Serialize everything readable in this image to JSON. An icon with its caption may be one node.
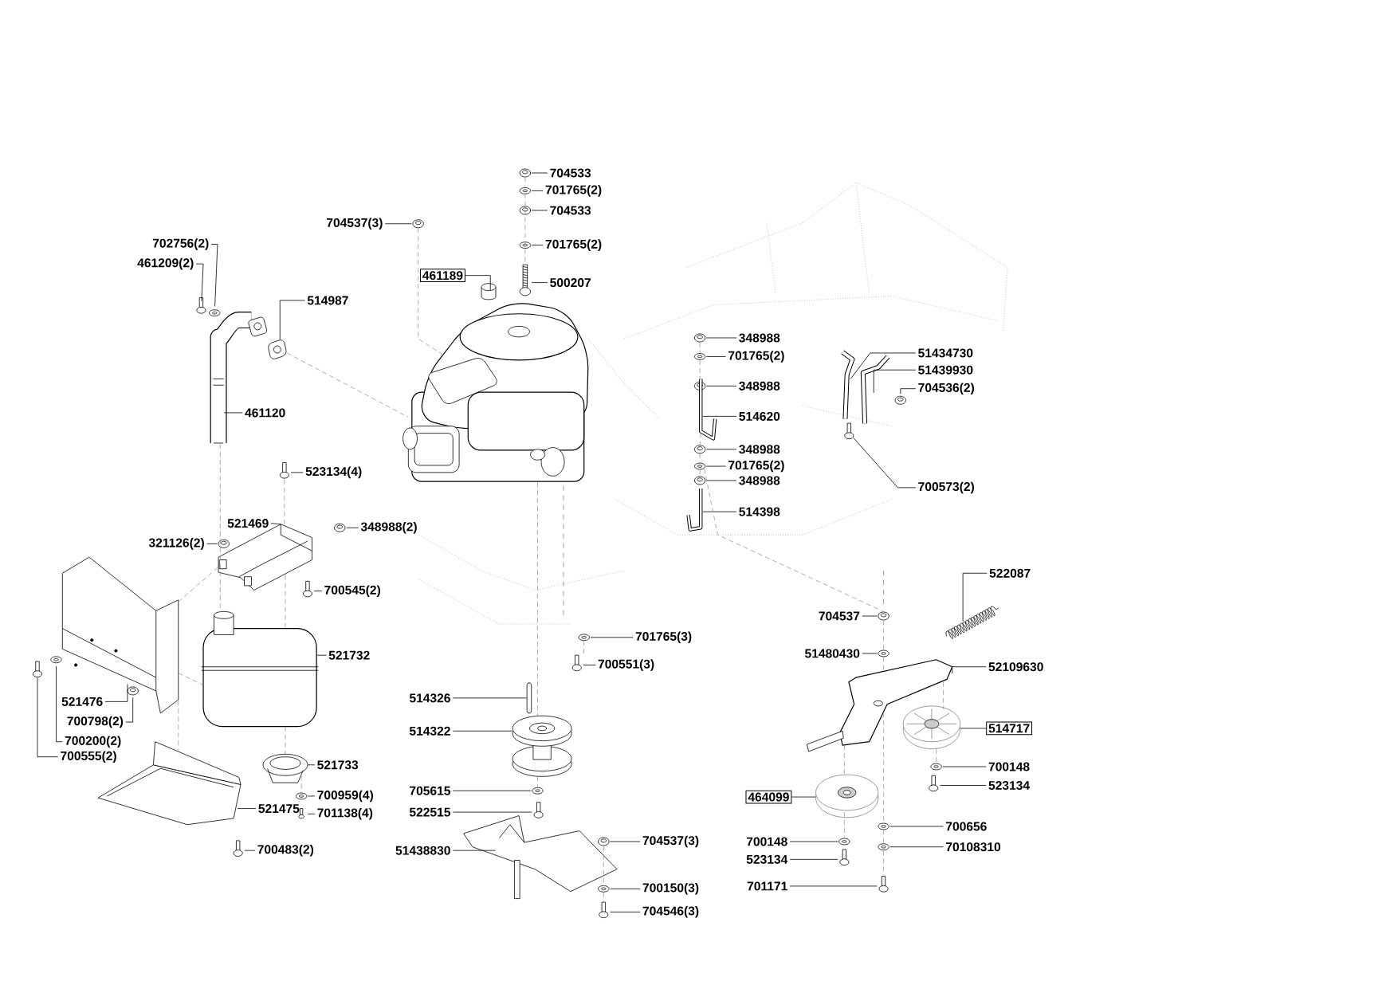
{
  "diagram": {
    "nodes": [
      {
        "text": [
          "704533"
        ]
      },
      {
        "text": [
          "701765(2)"
        ]
      },
      {
        "text": [
          "704533"
        ]
      },
      {
        "text": [
          "701765(2)"
        ]
      },
      {
        "text": [
          "500207"
        ]
      },
      {
        "text": [
          "704537(3)"
        ]
      },
      {
        "text": [
          "461189"
        ]
      },
      {
        "text": [
          "702756(2)"
        ]
      },
      {
        "text": [
          "461209(2)"
        ]
      },
      {
        "text": [
          "514987"
        ]
      },
      {
        "text": [
          "461120"
        ]
      },
      {
        "text": [
          "523134(4)"
        ]
      },
      {
        "text": [
          "521469"
        ]
      },
      {
        "text": [
          "321126(2)"
        ]
      },
      {
        "text": [
          "348988(2)"
        ]
      },
      {
        "text": [
          "700545(2)"
        ]
      },
      {
        "text": [
          "521732"
        ]
      },
      {
        "text": [
          "521476"
        ]
      },
      {
        "text": [
          "700798(2)"
        ]
      },
      {
        "text": [
          "700200(2)"
        ]
      },
      {
        "text": [
          "700555(2)"
        ]
      },
      {
        "text": [
          "521733"
        ]
      },
      {
        "text": [
          "700959(4)"
        ]
      },
      {
        "text": [
          "701138(4)"
        ]
      },
      {
        "text": [
          "521475"
        ]
      },
      {
        "text": [
          "700483(2)"
        ]
      },
      {
        "text": [
          "514326"
        ]
      },
      {
        "text": [
          "514322"
        ]
      },
      {
        "text": [
          "705615"
        ]
      },
      {
        "text": [
          "522515"
        ]
      },
      {
        "text": [
          "51438830"
        ]
      },
      {
        "text": [
          "704537(3)"
        ]
      },
      {
        "text": [
          "700150(3)"
        ]
      },
      {
        "text": [
          "704546(3)"
        ]
      },
      {
        "text": [
          "701765(3)"
        ]
      },
      {
        "text": [
          "700551(3)"
        ]
      },
      {
        "text": [
          "348988"
        ]
      },
      {
        "text": [
          "701765(2)"
        ]
      },
      {
        "text": [
          "348988"
        ]
      },
      {
        "text": [
          "514620"
        ]
      },
      {
        "text": [
          "348988"
        ]
      },
      {
        "text": [
          "701765(2)"
        ]
      },
      {
        "text": [
          "348988"
        ]
      },
      {
        "text": [
          "514398"
        ]
      },
      {
        "text": [
          "51434730"
        ]
      },
      {
        "text": [
          "51439930"
        ]
      },
      {
        "text": [
          "704536(2)"
        ]
      },
      {
        "text": [
          "700573(2)"
        ]
      },
      {
        "text": [
          "522087"
        ]
      },
      {
        "text": [
          "704537"
        ]
      },
      {
        "text": [
          "51480430"
        ]
      },
      {
        "text": [
          "52109630"
        ]
      },
      {
        "text": [
          "514717"
        ]
      },
      {
        "text": [
          "700148"
        ]
      },
      {
        "text": [
          "523134"
        ]
      },
      {
        "text": [
          "464099"
        ]
      },
      {
        "text": [
          "700656"
        ]
      },
      {
        "text": [
          "70108310"
        ]
      },
      {
        "text": [
          "700148"
        ]
      },
      {
        "text": [
          "523134"
        ]
      },
      {
        "text": [
          "701171"
        ]
      },
      {
        "text": [],
        "shape": "nut"
      },
      {
        "text": [],
        "shape": "washer"
      },
      {
        "text": [],
        "shape": "nut"
      },
      {
        "text": [],
        "shape": "washer"
      },
      {
        "text": [],
        "shape": "stud"
      },
      {
        "text": [],
        "shape": "nut"
      },
      {
        "text": [],
        "shape": "picture"
      },
      {
        "text": [],
        "shape": "washer"
      },
      {
        "text": [],
        "shape": "bolt"
      },
      {
        "text": [],
        "shape": "picture"
      },
      {
        "text": [],
        "shape": "picture"
      },
      {
        "text": [],
        "shape": "bolt"
      },
      {
        "text": [],
        "shape": "picture"
      },
      {
        "text": [],
        "shape": "nut"
      },
      {
        "text": [],
        "shape": "nut"
      },
      {
        "text": [],
        "shape": "bolt"
      },
      {
        "text": [],
        "shape": "picture"
      },
      {
        "text": [],
        "shape": "picture"
      },
      {
        "text": [],
        "shape": "nut"
      },
      {
        "text": [],
        "shape": "washer"
      },
      {
        "text": [],
        "shape": "bolt"
      },
      {
        "text": [],
        "shape": "picture"
      },
      {
        "text": [],
        "shape": "washer"
      },
      {
        "text": [],
        "shape": "screw"
      },
      {
        "text": [],
        "shape": "picture"
      },
      {
        "text": [],
        "shape": "bolt"
      },
      {
        "text": [],
        "shape": "bar"
      },
      {
        "text": [],
        "shape": "picture"
      },
      {
        "text": [],
        "shape": "washer"
      },
      {
        "text": [],
        "shape": "bolt"
      },
      {
        "text": [],
        "shape": "picture"
      },
      {
        "text": [],
        "shape": "nut"
      },
      {
        "text": [],
        "shape": "washer"
      },
      {
        "text": [],
        "shape": "bolt"
      },
      {
        "text": [],
        "shape": "washer"
      },
      {
        "text": [],
        "shape": "bolt"
      },
      {
        "text": [],
        "shape": "nut"
      },
      {
        "text": [],
        "shape": "washer"
      },
      {
        "text": [],
        "shape": "nut"
      },
      {
        "text": [],
        "shape": "picture"
      },
      {
        "text": [],
        "shape": "nut"
      },
      {
        "text": [],
        "shape": "washer"
      },
      {
        "text": [],
        "shape": "nut"
      },
      {
        "text": [],
        "shape": "picture"
      },
      {
        "text": [],
        "shape": "picture"
      },
      {
        "text": [],
        "shape": "picture"
      },
      {
        "text": [],
        "shape": "nut"
      },
      {
        "text": [],
        "shape": "bolt"
      },
      {
        "text": [],
        "shape": "picture"
      },
      {
        "text": [],
        "shape": "nut"
      },
      {
        "text": [],
        "shape": "washer"
      },
      {
        "text": [],
        "shape": "picture"
      },
      {
        "text": [],
        "shape": "picture"
      },
      {
        "text": [],
        "shape": "washer"
      },
      {
        "text": [],
        "shape": "bolt"
      },
      {
        "text": [],
        "shape": "picture"
      },
      {
        "text": [],
        "shape": "washer"
      },
      {
        "text": [],
        "shape": "washer"
      },
      {
        "text": [],
        "shape": "washer"
      },
      {
        "text": [],
        "shape": "bolt"
      },
      {
        "text": [],
        "shape": "bolt"
      }
    ],
    "edges": [
      {
        "from": 0,
        "to": 61,
        "arrow": "none"
      },
      {
        "from": 1,
        "to": 62,
        "arrow": "none"
      },
      {
        "from": 2,
        "to": 63,
        "arrow": "none"
      },
      {
        "from": 3,
        "to": 64,
        "arrow": "none"
      },
      {
        "from": 4,
        "to": 65,
        "arrow": "none"
      },
      {
        "from": 5,
        "to": 66,
        "arrow": "none"
      },
      {
        "from": 6,
        "to": 67,
        "arrow": "none"
      },
      {
        "from": 7,
        "to": 68,
        "arrow": "none"
      },
      {
        "from": 8,
        "to": 69,
        "arrow": "none"
      },
      {
        "from": 9,
        "to": 70,
        "arrow": "none"
      },
      {
        "from": 10,
        "to": 71,
        "arrow": "none"
      },
      {
        "from": 11,
        "to": 72,
        "arrow": "none"
      },
      {
        "from": 12,
        "to": 73,
        "arrow": "none"
      },
      {
        "from": 13,
        "to": 74,
        "arrow": "none"
      },
      {
        "from": 14,
        "to": 75,
        "arrow": "none"
      },
      {
        "from": 15,
        "to": 76,
        "arrow": "none"
      },
      {
        "from": 16,
        "to": 77,
        "arrow": "none"
      },
      {
        "from": 17,
        "to": 78,
        "arrow": "none"
      },
      {
        "from": 18,
        "to": 79,
        "arrow": "none"
      },
      {
        "from": 19,
        "to": 80,
        "arrow": "none"
      },
      {
        "from": 20,
        "to": 81,
        "arrow": "none"
      },
      {
        "from": 21,
        "to": 82,
        "arrow": "none"
      },
      {
        "from": 22,
        "to": 83,
        "arrow": "none"
      },
      {
        "from": 23,
        "to": 84,
        "arrow": "none"
      },
      {
        "from": 24,
        "to": 85,
        "arrow": "none"
      },
      {
        "from": 25,
        "to": 86,
        "arrow": "none"
      },
      {
        "from": 26,
        "to": 87,
        "arrow": "none"
      },
      {
        "from": 27,
        "to": 88,
        "arrow": "none"
      },
      {
        "from": 28,
        "to": 89,
        "arrow": "none"
      },
      {
        "from": 29,
        "to": 90,
        "arrow": "none"
      },
      {
        "from": 30,
        "to": 91,
        "arrow": "none"
      },
      {
        "from": 31,
        "to": 92,
        "arrow": "none"
      },
      {
        "from": 32,
        "to": 93,
        "arrow": "none"
      },
      {
        "from": 33,
        "to": 94,
        "arrow": "none"
      },
      {
        "from": 34,
        "to": 95,
        "arrow": "none"
      },
      {
        "from": 35,
        "to": 96,
        "arrow": "none"
      },
      {
        "from": 36,
        "to": 97,
        "arrow": "none"
      },
      {
        "from": 37,
        "to": 98,
        "arrow": "none"
      },
      {
        "from": 38,
        "to": 99,
        "arrow": "none"
      },
      {
        "from": 39,
        "to": 100,
        "arrow": "none"
      },
      {
        "from": 40,
        "to": 101,
        "arrow": "none"
      },
      {
        "from": 41,
        "to": 102,
        "arrow": "none"
      },
      {
        "from": 42,
        "to": 103,
        "arrow": "none"
      },
      {
        "from": 43,
        "to": 104,
        "arrow": "none"
      },
      {
        "from": 44,
        "to": 105,
        "arrow": "none"
      },
      {
        "from": 45,
        "to": 106,
        "arrow": "none"
      },
      {
        "from": 46,
        "to": 107,
        "arrow": "none"
      },
      {
        "from": 47,
        "to": 108,
        "arrow": "none"
      },
      {
        "from": 48,
        "to": 109,
        "arrow": "none"
      },
      {
        "from": 49,
        "to": 110,
        "arrow": "none"
      },
      {
        "from": 50,
        "to": 111,
        "arrow": "none"
      },
      {
        "from": 51,
        "to": 112,
        "arrow": "none"
      },
      {
        "from": 52,
        "to": 113,
        "arrow": "none"
      },
      {
        "from": 53,
        "to": 114,
        "arrow": "none"
      },
      {
        "from": 54,
        "to": 115,
        "arrow": "none"
      },
      {
        "from": 55,
        "to": 116,
        "arrow": "none"
      },
      {
        "from": 56,
        "to": 117,
        "arrow": "none"
      },
      {
        "from": 57,
        "to": 118,
        "arrow": "none"
      },
      {
        "from": 58,
        "to": 119,
        "arrow": "none"
      },
      {
        "from": 59,
        "to": 120,
        "arrow": "none"
      },
      {
        "from": 60,
        "to": 121,
        "arrow": "none"
      },
      {
        "from": 61,
        "to": 65,
        "arrow": "none",
        "style": "dashed",
        "color": "#999999"
      },
      {
        "from": 66,
        "to": 67,
        "arrow": "none",
        "style": "dashed",
        "color": "#999999"
      },
      {
        "from": 70,
        "to": 67,
        "arrow": "none",
        "style": "dashed",
        "color": "#999999"
      },
      {
        "from": 71,
        "to": 77,
        "arrow": "none",
        "style": "dashed",
        "color": "#999999"
      },
      {
        "from": 72,
        "to": 73,
        "arrow": "none",
        "style": "dashed",
        "color": "#999999"
      },
      {
        "from": 73,
        "to": 77,
        "arrow": "none",
        "style": "dashed",
        "color": "#999999"
      },
      {
        "from": 77,
        "to": 82,
        "arrow": "none",
        "style": "dashed",
        "color": "#999999"
      },
      {
        "from": 82,
        "to": 83,
        "arrow": "none",
        "style": "dashed",
        "color": "#999999"
      },
      {
        "from": 67,
        "to": 88,
        "arrow": "none",
        "style": "dashed",
        "color": "#999999"
      },
      {
        "from": 88,
        "to": 89,
        "arrow": "none",
        "style": "dashed",
        "color": "#999999"
      },
      {
        "from": 95,
        "to": 96,
        "arrow": "none",
        "style": "dashed",
        "color": "#999999"
      },
      {
        "from": 97,
        "to": 98,
        "arrow": "none",
        "style": "dashed",
        "color": "#999999"
      },
      {
        "from": 98,
        "to": 99,
        "arrow": "none",
        "style": "dashed",
        "color": "#999999"
      },
      {
        "from": 100,
        "to": 101,
        "arrow": "none",
        "style": "dashed",
        "color": "#999999"
      },
      {
        "from": 101,
        "to": 102,
        "arrow": "none",
        "style": "dashed",
        "color": "#999999"
      },
      {
        "from": 102,
        "to": 103,
        "arrow": "none",
        "style": "dashed",
        "color": "#999999"
      },
      {
        "from": 102,
        "to": 110,
        "arrow": "none",
        "style": "dashed",
        "color": "#999999"
      },
      {
        "from": 110,
        "to": 111,
        "arrow": "none",
        "style": "dashed",
        "color": "#999999"
      },
      {
        "from": 111,
        "to": 112,
        "arrow": "none",
        "style": "dashed",
        "color": "#999999"
      },
      {
        "from": 112,
        "to": 117,
        "arrow": "none",
        "style": "dashed",
        "color": "#999999"
      },
      {
        "from": 117,
        "to": 118,
        "arrow": "none",
        "style": "dashed",
        "color": "#999999"
      },
      {
        "from": 118,
        "to": 121,
        "arrow": "none",
        "style": "dashed",
        "color": "#999999"
      },
      {
        "from": 92,
        "to": 93,
        "arrow": "none",
        "style": "dashed",
        "color": "#999999"
      },
      {
        "from": 93,
        "to": 94,
        "arrow": "none",
        "style": "dashed",
        "color": "#999999"
      },
      {
        "from": 112,
        "to": 116,
        "arrow": "none",
        "style": "dashed",
        "color": "#999999"
      },
      {
        "from": 116,
        "to": 119,
        "arrow": "none",
        "style": "dashed",
        "color": "#999999"
      },
      {
        "from": 112,
        "to": 113,
        "arrow": "none",
        "style": "dashed",
        "color": "#999999"
      },
      {
        "from": 113,
        "to": 114,
        "arrow": "none",
        "style": "dashed",
        "color": "#999999"
      },
      {
        "from": 78,
        "to": 85,
        "arrow": "none",
        "style": "dashed",
        "color": "#999999"
      },
      {
        "from": 78,
        "to": 73,
        "arrow": "none",
        "style": "dashed",
        "color": "#999999"
      },
      {
        "from": 78,
        "to": 77,
        "arrow": "none",
        "style": "dashed",
        "color": "#999999"
      }
    ]
  }
}
